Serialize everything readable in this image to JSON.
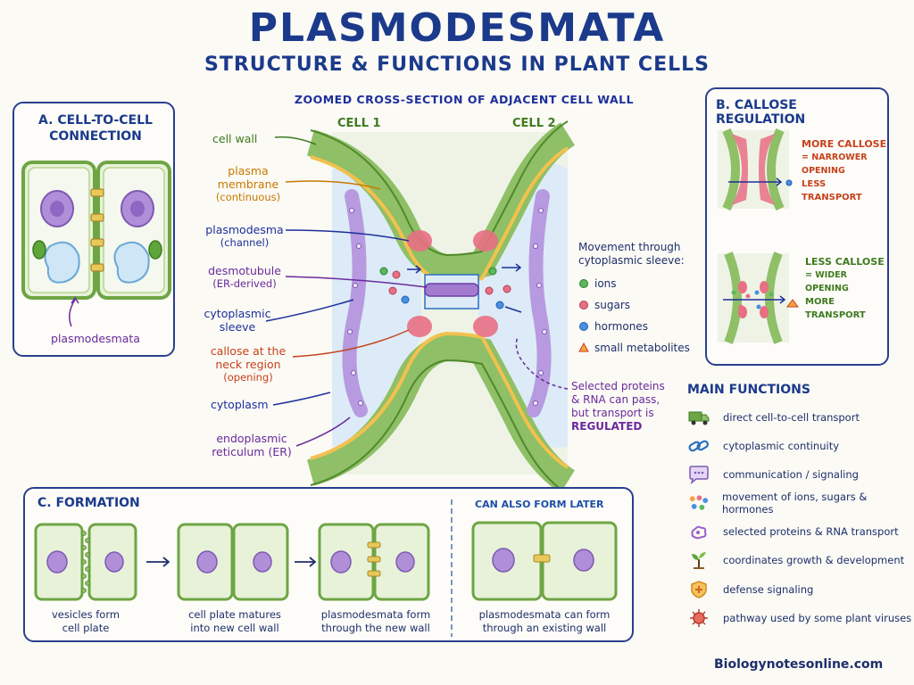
{
  "title": "PLASMODESMATA",
  "subtitle": "STRUCTURE & FUNCTIONS IN PLANT CELLS",
  "panel_a": {
    "title_line1": "A. CELL-TO-CELL",
    "title_line2": "CONNECTION",
    "label": "plasmodesmata"
  },
  "center": {
    "heading": "ZOOMED CROSS-SECTION OF ADJACENT CELL WALL",
    "cell1": "CELL 1",
    "cell2": "CELL 2",
    "labels": {
      "cell_wall": "cell wall",
      "plasma_membrane_1": "plasma",
      "plasma_membrane_2": "membrane",
      "plasma_membrane_3": "(continuous)",
      "plasmodesma_1": "plasmodesma",
      "plasmodesma_2": "(channel)",
      "desmotubule_1": "desmotubule",
      "desmotubule_2": "(ER-derived)",
      "sleeve_1": "cytoplasmic",
      "sleeve_2": "sleeve",
      "callose_1": "callose at the",
      "callose_2": "neck region",
      "callose_3": "(opening)",
      "cytoplasm": "cytoplasm",
      "er_1": "endoplasmic",
      "er_2": "reticulum (ER)"
    },
    "movement": {
      "heading_1": "Movement through",
      "heading_2": "cytoplasmic sleeve:",
      "items": [
        "ions",
        "sugars",
        "hormones",
        "small metabolites"
      ]
    },
    "note": {
      "line1": "Selected proteins",
      "line2": "& RNA can pass,",
      "line3": "but transport is",
      "line4": "REGULATED"
    }
  },
  "panel_b": {
    "title": "B. CALLOSE REGULATION",
    "more_1": "MORE CALLOSE",
    "more_2": "= NARROWER OPENING",
    "more_3": "LESS TRANSPORT",
    "less_1": "LESS CALLOSE",
    "less_2": "= WIDER OPENING",
    "less_3": "MORE TRANSPORT"
  },
  "functions": {
    "title": "MAIN FUNCTIONS",
    "items": [
      {
        "icon": "truck-icon",
        "text": "direct cell-to-cell transport"
      },
      {
        "icon": "chain-link-icon",
        "text": "cytoplasmic continuity"
      },
      {
        "icon": "speech-bubble-icon",
        "text": "communication / signaling"
      },
      {
        "icon": "molecules-icon",
        "text": "movement of ions, sugars & hormones"
      },
      {
        "icon": "protein-icon",
        "text": "selected proteins & RNA transport"
      },
      {
        "icon": "sprout-icon",
        "text": "coordinates growth & development"
      },
      {
        "icon": "shield-icon",
        "text": "defense signaling"
      },
      {
        "icon": "virus-icon",
        "text": "pathway used by some plant viruses"
      }
    ]
  },
  "panel_c": {
    "title": "C. FORMATION",
    "later": "CAN ALSO FORM LATER",
    "steps": [
      {
        "line1": "vesicles form",
        "line2": "cell plate"
      },
      {
        "line1": "cell plate matures",
        "line2": "into new cell wall"
      },
      {
        "line1": "plasmodesmata form",
        "line2": "through the new wall"
      },
      {
        "line1": "plasmodesmata can form",
        "line2": "through an existing wall"
      }
    ]
  },
  "footer": "Biologynotesonline.com",
  "colors": {
    "wall": "#8fbf66",
    "wall_dark": "#4f8a2c",
    "membrane": "#f2c14e",
    "er": "#a27bd0",
    "callose": "#e86f84",
    "navy": "#1b3a8c"
  }
}
